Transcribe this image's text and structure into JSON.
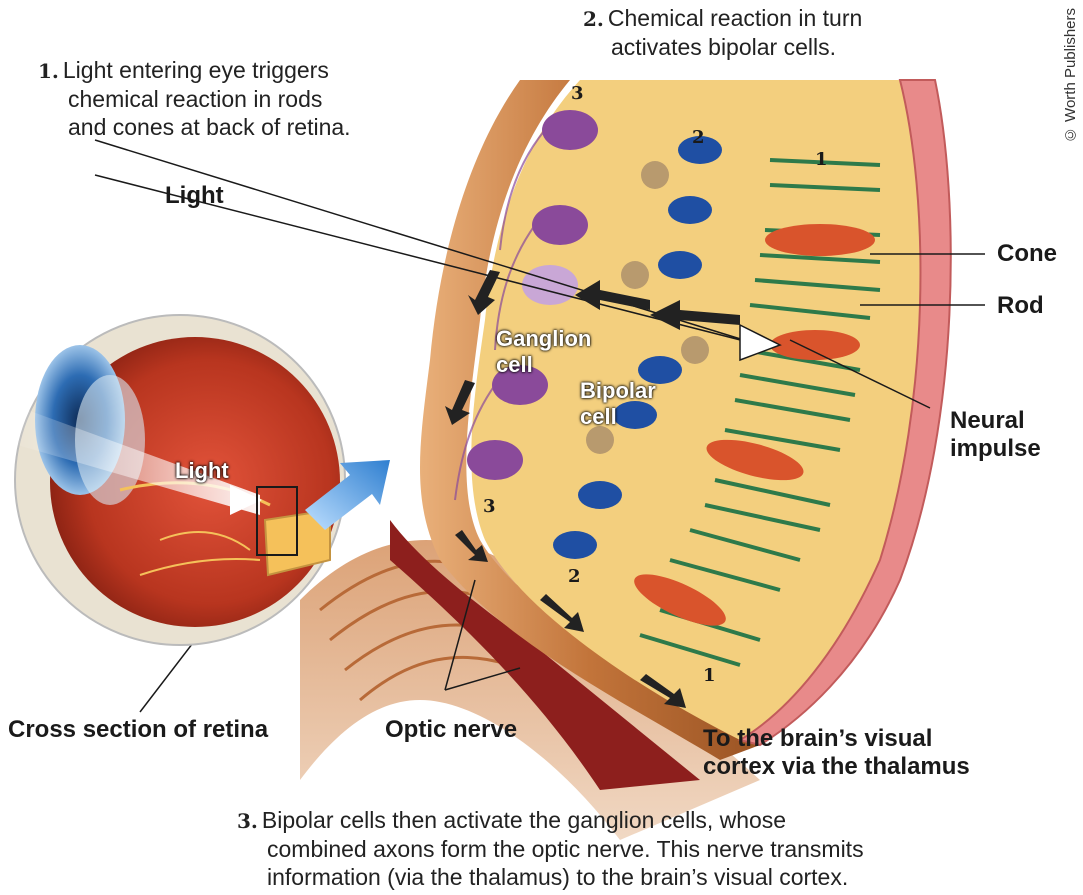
{
  "step1": {
    "num": "1.",
    "lines": [
      "Light entering eye triggers",
      "chemical reaction in rods",
      "and cones at back of retina."
    ]
  },
  "step2": {
    "num": "2.",
    "lines": [
      "Chemical reaction in turn",
      "activates bipolar cells."
    ]
  },
  "step3": {
    "num": "3.",
    "lines": [
      "Bipolar cells then activate the ganglion cells, whose",
      "combined axons form the optic nerve. This nerve transmits",
      "information (via the thalamus) to the brain’s visual cortex."
    ]
  },
  "labels": {
    "light_top": "Light",
    "light_eye": "Light",
    "cone": "Cone",
    "rod": "Rod",
    "neural_impulse": [
      "Neural",
      "impulse"
    ],
    "ganglion_cell": [
      "Ganglion",
      "cell"
    ],
    "bipolar_cell": [
      "Bipolar",
      "cell"
    ],
    "cross_section": "Cross section of retina",
    "optic_nerve": "Optic nerve",
    "to_brain": [
      "To the brain’s visual",
      "cortex via the thalamus"
    ]
  },
  "layer_numbers": {
    "top_3": "3",
    "top_2": "2",
    "top_1": "1",
    "bottom_3": "3",
    "bottom_2": "2",
    "bottom_1": "1"
  },
  "credit": "© Worth Publishers",
  "colors": {
    "retina_fill": "#f3cf7e",
    "tissue": "#c77a3c",
    "ganglion": "#8a4a9a",
    "bipolar": "#1f4fa3",
    "cone": "#d9542c",
    "rod": "#2e7a4a",
    "arrow_blue": "#3f8fd6"
  }
}
